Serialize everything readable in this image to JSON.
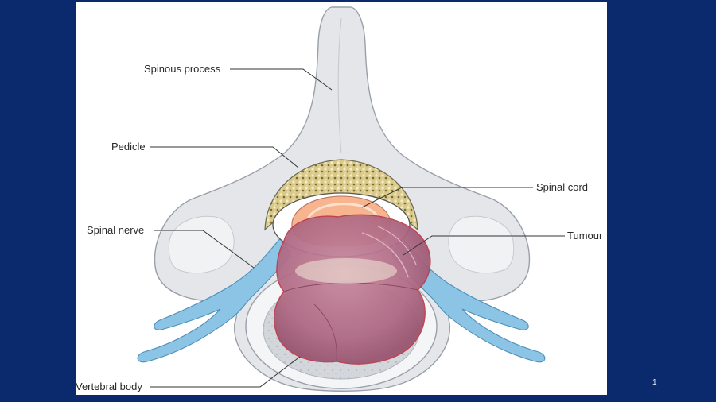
{
  "slide": {
    "background_color": "#0b2a6e",
    "panel_color": "#ffffff",
    "number": "1"
  },
  "diagram": {
    "labels": {
      "spinous_process": "Spinous process",
      "pedicle": "Pedicle",
      "spinal_cord": "Spinal cord",
      "spinal_nerve": "Spinal nerve",
      "tumour": "Tumour",
      "vertebral_body": "Vertebral body"
    },
    "colors": {
      "bone": "#e4e6ea",
      "bone_outline": "#9aa0aa",
      "fat": "#d8c98a",
      "cord": "#f6b48f",
      "nerve": "#8cc4e6",
      "tumour": "#b56f86",
      "leader_line": "#333333"
    }
  }
}
